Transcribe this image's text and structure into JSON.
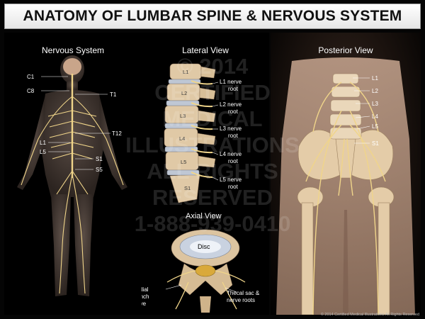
{
  "title": "ANATOMY OF LUMBAR SPINE & NERVOUS SYSTEM",
  "sections": {
    "nervous_system": {
      "title": "Nervous System",
      "labels": {
        "c1": "C1",
        "c8": "C8",
        "t1": "T1",
        "t12": "T12",
        "l1": "L1",
        "l5": "L5",
        "s1": "S1",
        "s5": "S5"
      }
    },
    "lateral_view": {
      "title": "Lateral View",
      "vertebra_labels": [
        "L1",
        "L2",
        "L3",
        "L4",
        "L5",
        "S1"
      ],
      "nerve_labels": [
        {
          "line1": "L1 nerve",
          "line2": "root"
        },
        {
          "line1": "L2 nerve",
          "line2": "root"
        },
        {
          "line1": "L3 nerve",
          "line2": "root"
        },
        {
          "line1": "L4 nerve",
          "line2": "root"
        },
        {
          "line1": "L5 nerve",
          "line2": "root"
        }
      ]
    },
    "axial_view": {
      "title": "Axial View",
      "disc": "Disc",
      "medial_branch": {
        "line1": "Medial",
        "line2": "branch",
        "line3": "nerve"
      },
      "thecal_sac": {
        "line1": "Thecal sac &",
        "line2": "nerve roots"
      }
    },
    "posterior_view": {
      "title": "Posterior View",
      "labels": [
        "L1",
        "L2",
        "L3",
        "L4",
        "L5",
        "S1"
      ]
    }
  },
  "watermark": {
    "line1": "© 2014",
    "line2": "CERTIFIED",
    "line3": "MEDICAL",
    "line4": "ILLUSTRATIONS",
    "line5": "ALL RIGHTS",
    "line6": "RESERVED",
    "line7": "1-888-939-0410"
  },
  "copyright": "© 2014 Certified Medical Illustrations All Rights Reserved",
  "colors": {
    "nerve": "#f0d58a",
    "bone": "#e7d3b3",
    "skin": "#4a3f3a",
    "title_bg": "#ffffff"
  }
}
